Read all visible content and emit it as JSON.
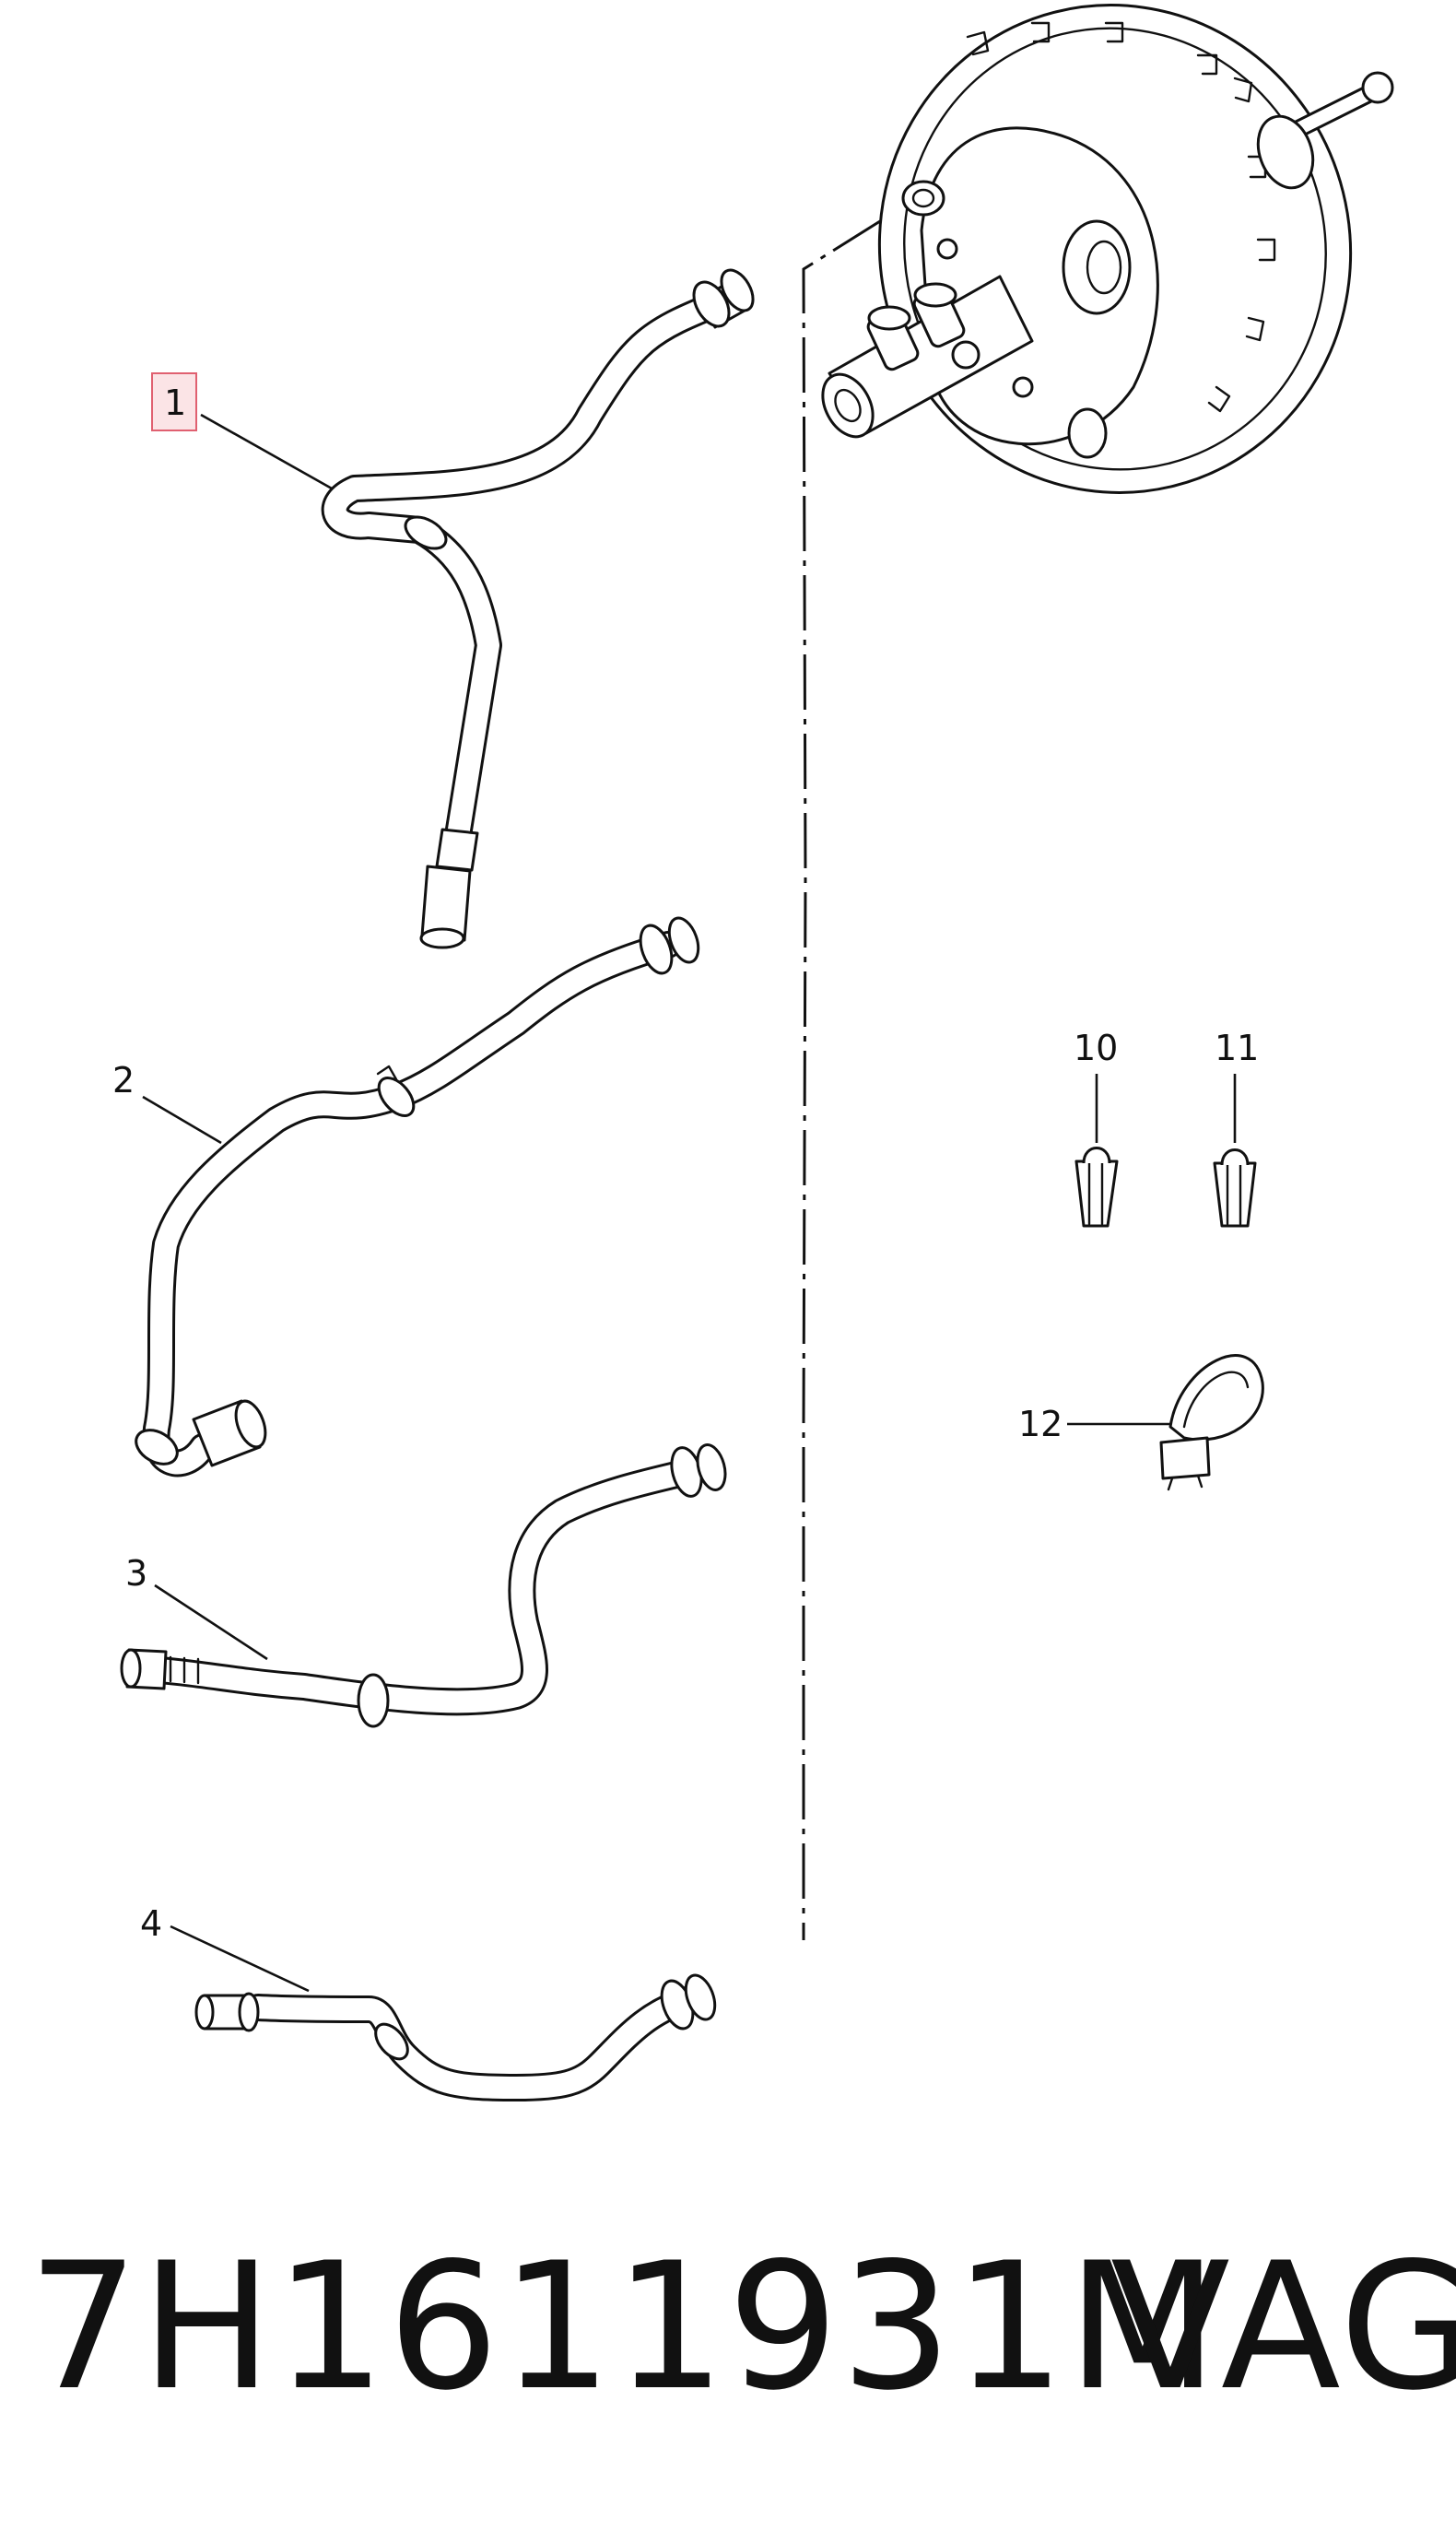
{
  "callouts": {
    "c1": "1",
    "c2": "2",
    "c3": "3",
    "c4": "4",
    "c10": "10",
    "c11": "11",
    "c12": "12"
  },
  "footer": {
    "part_number": "7H1611931M",
    "brand": "VAG"
  },
  "colors": {
    "line": "#111111",
    "highlight_border": "#e06070",
    "highlight_fill": "#fbe4e6"
  }
}
